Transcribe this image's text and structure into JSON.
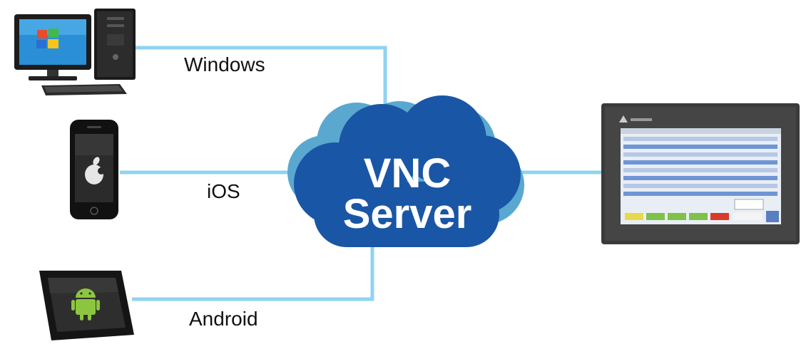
{
  "cloud": {
    "line1": "VNC",
    "line2": "Server"
  },
  "clients": [
    {
      "label": "Windows",
      "icon": "desktop-pc-icon"
    },
    {
      "label": "iOS",
      "icon": "iphone-icon"
    },
    {
      "label": "Android",
      "icon": "android-tablet-icon"
    }
  ],
  "server_device": {
    "icon": "hmi-touch-panel-icon"
  },
  "colors": {
    "connector": "#8fd3f2",
    "cloud_front": "#1a56a6",
    "cloud_back": "#5aa8cf",
    "text": "#111111"
  }
}
